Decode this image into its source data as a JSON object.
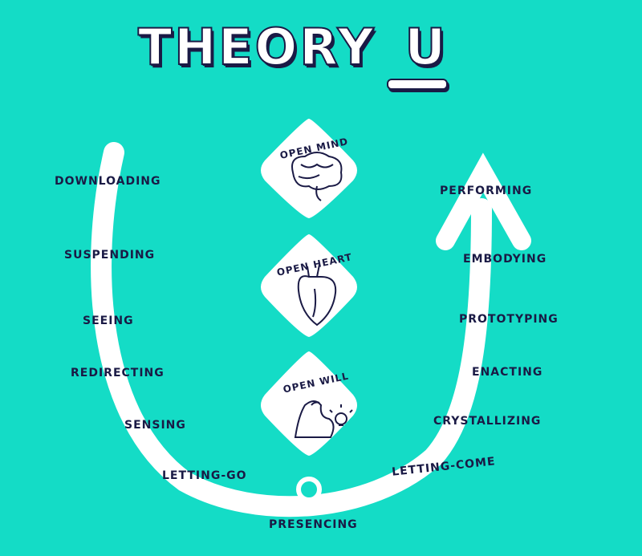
{
  "title": {
    "main": "THEORY",
    "letter": "U"
  },
  "left_stages": [
    "DOWNLOADING",
    "SUSPENDING",
    "SEEING",
    "REDIRECTING",
    "SENSING",
    "LETTING-GO"
  ],
  "bottom_stage": "PRESENCING",
  "right_stages": [
    "PERFORMING",
    "EMBODYING",
    "PROTOTYPING",
    "ENACTING",
    "CRYSTALLIZING",
    "LETTING-COME"
  ],
  "cards": [
    {
      "label": "OPEN MIND",
      "icon": "brain-icon"
    },
    {
      "label": "OPEN HEART",
      "icon": "heart-icon"
    },
    {
      "label": "OPEN WILL",
      "icon": "muscle-lightbulb-icon"
    }
  ],
  "colors": {
    "background": "#14dcc6",
    "ink": "#1a1a45",
    "shape": "#ffffff"
  }
}
